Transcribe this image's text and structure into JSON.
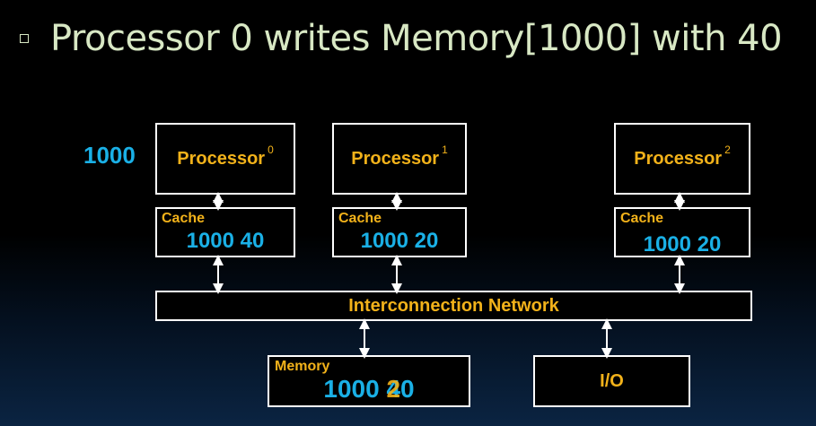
{
  "slide": {
    "title": "Processor 0 writes Memory[1000] with 40",
    "side_label": "1000"
  },
  "processors": [
    {
      "label": "Processor",
      "index": "0"
    },
    {
      "label": "Processor",
      "index": "1"
    },
    {
      "label": "Processor",
      "index": "2"
    }
  ],
  "caches": [
    {
      "label": "Cache",
      "value": "1000 40"
    },
    {
      "label": "Cache",
      "value": "1000 20"
    },
    {
      "label": "Cache",
      "value": "1000 20"
    }
  ],
  "network": {
    "label": "Interconnection Network"
  },
  "memory": {
    "label": "Memory",
    "address": "1000",
    "new_digit": "4",
    "old_digit": "2",
    "tail": "0"
  },
  "io": {
    "label": "I/O"
  },
  "colors": {
    "title": "#d8e8c4",
    "label": "#f2b21a",
    "value": "#1ab0e6",
    "border": "#ffffff"
  }
}
